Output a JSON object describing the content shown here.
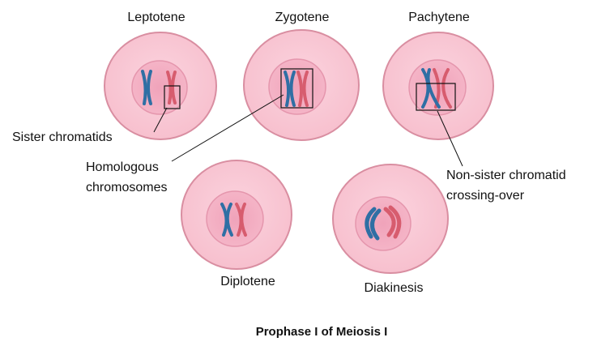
{
  "stages": {
    "leptotene": "Leptotene",
    "zygotene": "Zygotene",
    "pachytene": "Pachytene",
    "diplotene": "Diplotene",
    "diakinesis": "Diakinesis"
  },
  "annotations": {
    "sister_chromatids": "Sister chromatids",
    "homologous_line1": "Homologous",
    "homologous_line2": "chromosomes",
    "crossing_line1": "Non-sister chromatid",
    "crossing_line2": "crossing-over"
  },
  "title": "Prophase I of Meiosis I",
  "colors": {
    "cell_fill": "#f9c6d3",
    "cell_border": "#d98ea1",
    "nucleus_fill": "#f3a9bf",
    "nucleus_border": "#e596ad",
    "chromosome_blue": "#2f6fa4",
    "chromosome_red": "#d75c6e"
  }
}
